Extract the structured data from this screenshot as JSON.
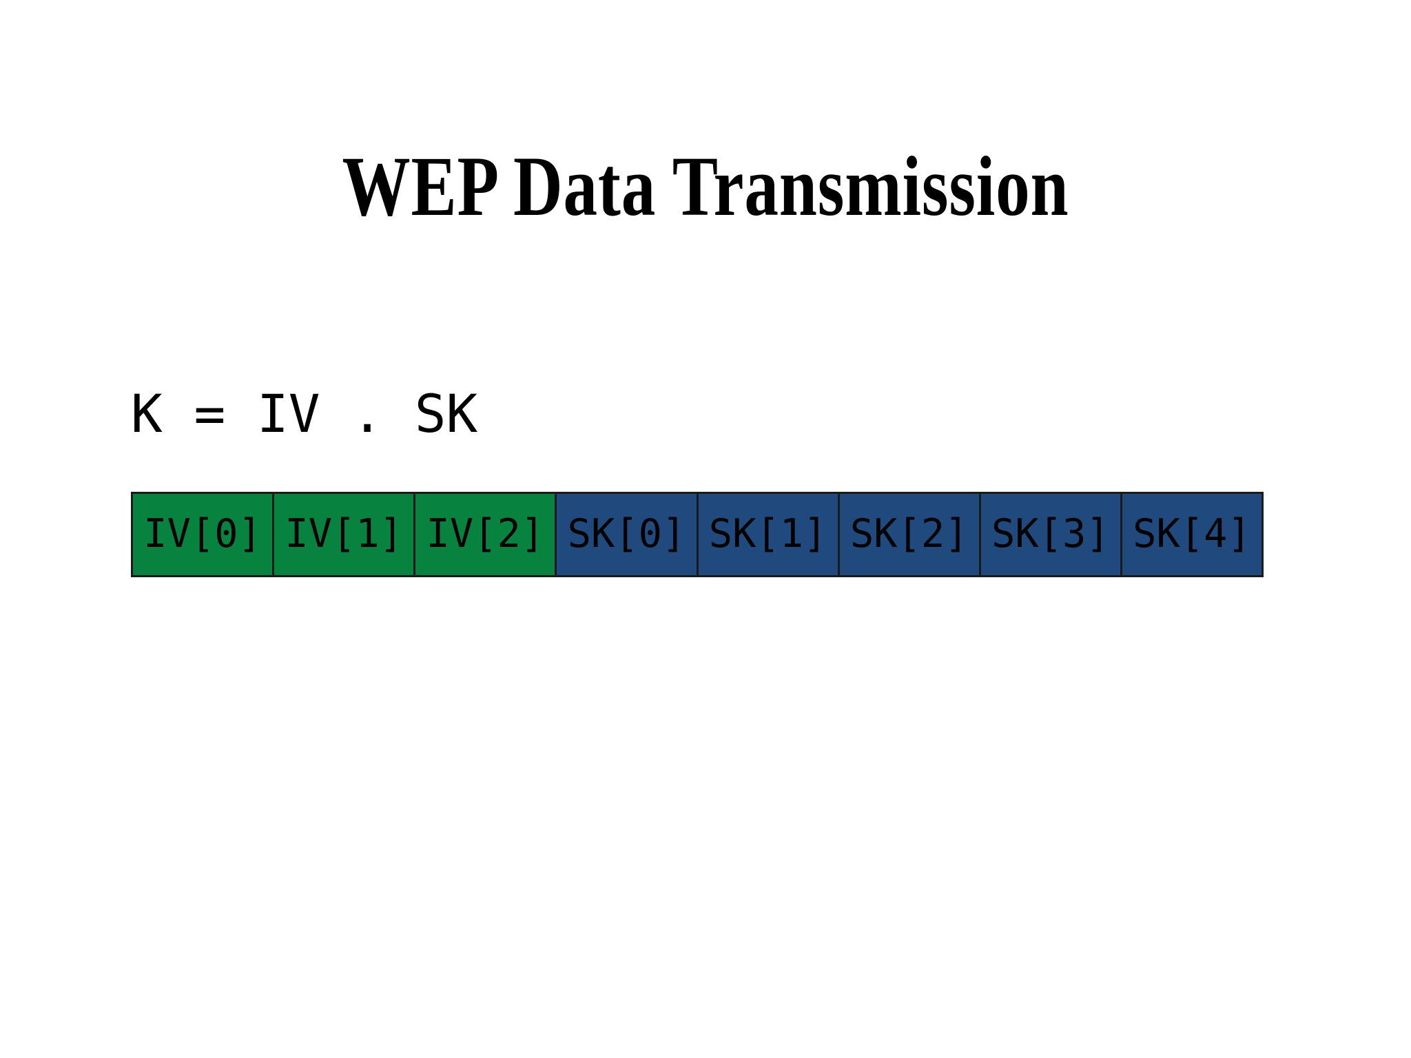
{
  "slide": {
    "title": "WEP Data Transmission",
    "background_color": "#ffffff",
    "formula": "K = IV . SK"
  },
  "key_bar": {
    "border_color": "#1a1a1a",
    "iv_color": "#08833f",
    "sk_color": "#204a7d",
    "cells": [
      {
        "label": "IV[0]",
        "group": "iv"
      },
      {
        "label": "IV[1]",
        "group": "iv"
      },
      {
        "label": "IV[2]",
        "group": "iv"
      },
      {
        "label": "SK[0]",
        "group": "sk"
      },
      {
        "label": "SK[1]",
        "group": "sk"
      },
      {
        "label": "SK[2]",
        "group": "sk"
      },
      {
        "label": "SK[3]",
        "group": "sk"
      },
      {
        "label": "SK[4]",
        "group": "sk"
      }
    ]
  }
}
